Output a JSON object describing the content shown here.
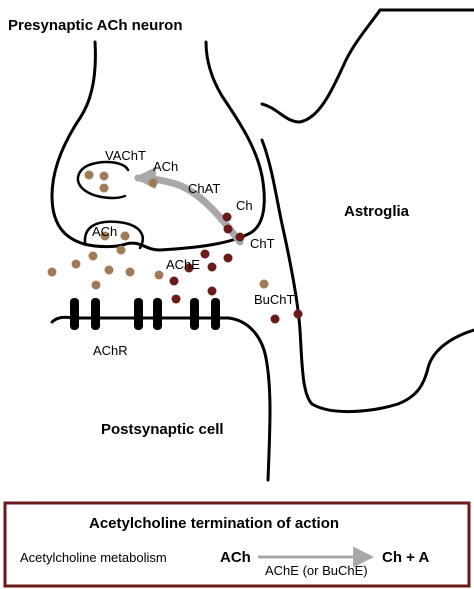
{
  "labels": {
    "presynaptic": "Presynaptic ACh neuron",
    "astroglia": "Astroglia",
    "postsynaptic": "Postsynaptic cell",
    "vacht": "VAChT",
    "ach_top": "ACh",
    "chat": "ChAT",
    "ch": "Ch",
    "cht": "ChT",
    "ach_vesicle": "ACh",
    "ache": "AChE",
    "bucht": "BuChT",
    "achr": "AChR"
  },
  "box": {
    "title": "Acetylcholine termination of action",
    "row_label": "Acetylcholine metabolism",
    "reactant": "ACh",
    "products": "Ch + A",
    "enzyme": "AChE (or BuChE)"
  },
  "colors": {
    "ach_dot": "#a07b57",
    "choline_dot": "#6b1a1a",
    "arrow_gray": "#a8a8a8",
    "box_border": "#6b1a1a",
    "line": "#000000"
  }
}
